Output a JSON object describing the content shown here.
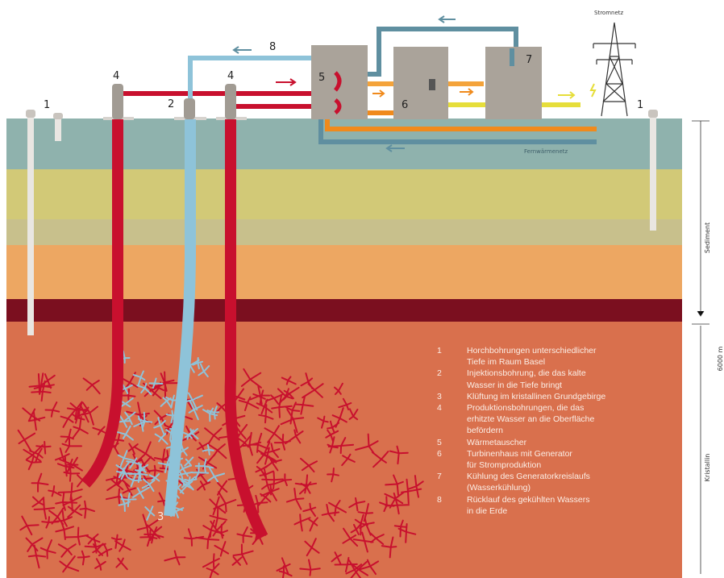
{
  "labels": {
    "stromnetz": "Stromnetz",
    "fernwaermenetz": "Fernwärmenetz",
    "sediment": "Sediment",
    "kristallin": "Kristallin",
    "depth": "6000 m"
  },
  "callouts": {
    "c1_left": "1",
    "c1_right": "1",
    "c2": "2",
    "c3": "3",
    "c4_left": "4",
    "c4_right": "4",
    "c5": "5",
    "c6": "6",
    "c7": "7",
    "c8": "8"
  },
  "legend": [
    {
      "num": "1",
      "text": "Horchbohrungen unterschiedlicher\nTiefe im Raum Basel"
    },
    {
      "num": "2",
      "text": "Injektionsbohrung, die das kalte\nWasser in die Tiefe bringt"
    },
    {
      "num": "3",
      "text": "Klüftung im kristallinen Grundgebirge"
    },
    {
      "num": "4",
      "text": "Produktionsbohrungen, die das\nerhitzte Wasser an die Oberfläche\nbefördern"
    },
    {
      "num": "5",
      "text": "Wärmetauscher"
    },
    {
      "num": "6",
      "text": "Turbinenhaus mit Generator\nfür Stromproduktion"
    },
    {
      "num": "7",
      "text": "Kühlung des Generatorkreislaufs\n(Wasserkühlung)"
    },
    {
      "num": "8",
      "text": "Rücklauf des gekühlten Wassers\nin die Erde"
    }
  ],
  "colors": {
    "hot_water": "#c8102e",
    "cold_water": "#8ec3d9",
    "orange_pipe": "#f08a1c",
    "yellow_pipe": "#e6de3a",
    "building": "#aaa39a",
    "layer_teal": "#8fb2ad",
    "layer_olive": "#d2c977",
    "layer_grey": "#c8c08c",
    "layer_orange": "#eda762",
    "layer_maroon": "#7b0f1f",
    "crystalline": "#d9704d"
  }
}
